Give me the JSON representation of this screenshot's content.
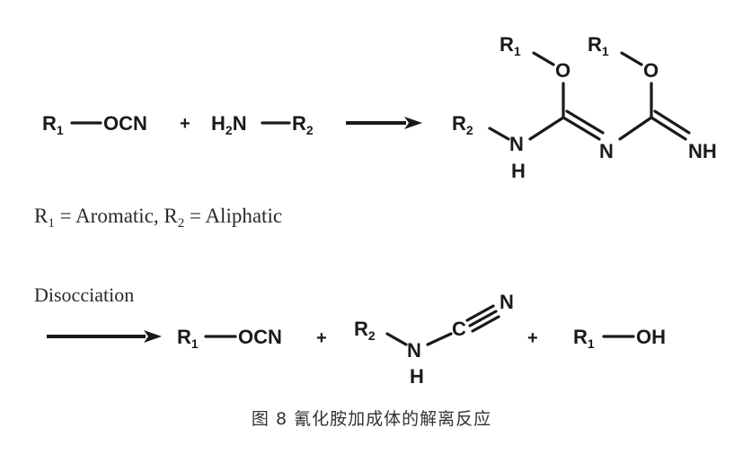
{
  "scheme": {
    "reactant_1": {
      "R": "R",
      "sub": "1",
      "group": "OCN"
    },
    "plus_1": "+",
    "reactant_2": {
      "H": "H",
      "H_sub": "2",
      "N": "N",
      "R": "R",
      "R_sub": "2"
    },
    "product": {
      "R_left": "R",
      "R_left_sub": "2",
      "NH_N": "N",
      "NH_H": "H",
      "O_1": "O",
      "R_top_1": "R",
      "R_top_1_sub": "1",
      "N_mid": "N",
      "O_2": "O",
      "R_top_2": "R",
      "R_top_2_sub": "1",
      "NH_end": "NH"
    },
    "definition": {
      "r1": "R",
      "r1_sub": "1",
      "r1_def": " = Aromatic, ",
      "r2": "R",
      "r2_sub": "2",
      "r2_def": " = Aliphatic"
    },
    "dissociation_label": "Disocciation",
    "products_2": {
      "a": {
        "R": "R",
        "sub": "1",
        "group": "OCN"
      },
      "plus_a": "+",
      "b": {
        "R": "R",
        "sub": "2",
        "N": "N",
        "H": "H",
        "C": "C",
        "N2": "N"
      },
      "plus_b": "+",
      "c": {
        "R": "R",
        "sub": "1",
        "group": "OH"
      }
    }
  },
  "caption": "图 8  氰化胺加成体的解离反应"
}
